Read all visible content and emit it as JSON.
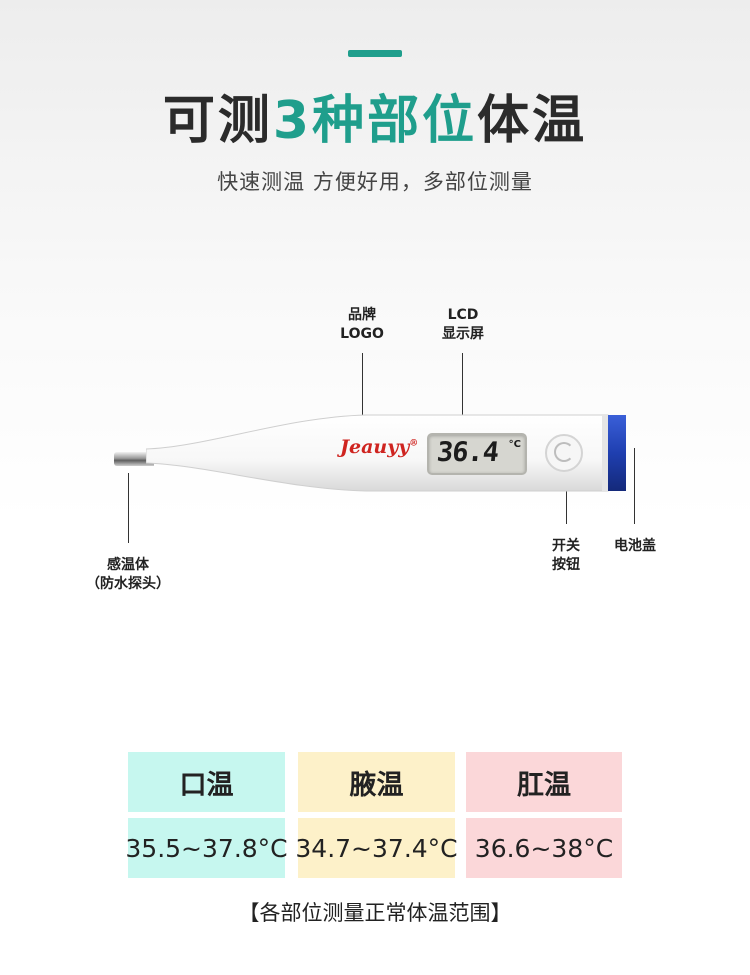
{
  "headline": {
    "part1": "可测",
    "part2": "3种部位",
    "part3": "体温"
  },
  "subheadline": "快速测温 方便好用，多部位测量",
  "callouts": {
    "brand_logo": {
      "line1": "品牌",
      "line2": "LOGO"
    },
    "lcd_screen": {
      "line1": "LCD",
      "line2": "显示屏"
    },
    "sensor": {
      "line1": "感温体",
      "line2": "（防水探头）"
    },
    "switch_button": {
      "line1": "开关",
      "line2": "按钮"
    },
    "battery_cover": {
      "line1": "电池盖"
    }
  },
  "thermometer": {
    "brand": "Jeauyy",
    "brand_mark": "®",
    "reading": "36.4",
    "unit": "°C",
    "colors": {
      "cap": "#1f3fb0",
      "body": "#ffffff",
      "brand": "#cf2420"
    }
  },
  "ranges": [
    {
      "site": "口温",
      "range": "35.5~37.8°C",
      "color": "#c6f7ef"
    },
    {
      "site": "腋温",
      "range": "34.7~37.4°C",
      "color": "#fdf1c9"
    },
    {
      "site": "肛温",
      "range": "36.6~38°C",
      "color": "#fbd7d9"
    }
  ],
  "caption": "【各部位测量正常体温范围】",
  "colors": {
    "accent": "#1f9e8c",
    "text": "#2b2b2b"
  }
}
